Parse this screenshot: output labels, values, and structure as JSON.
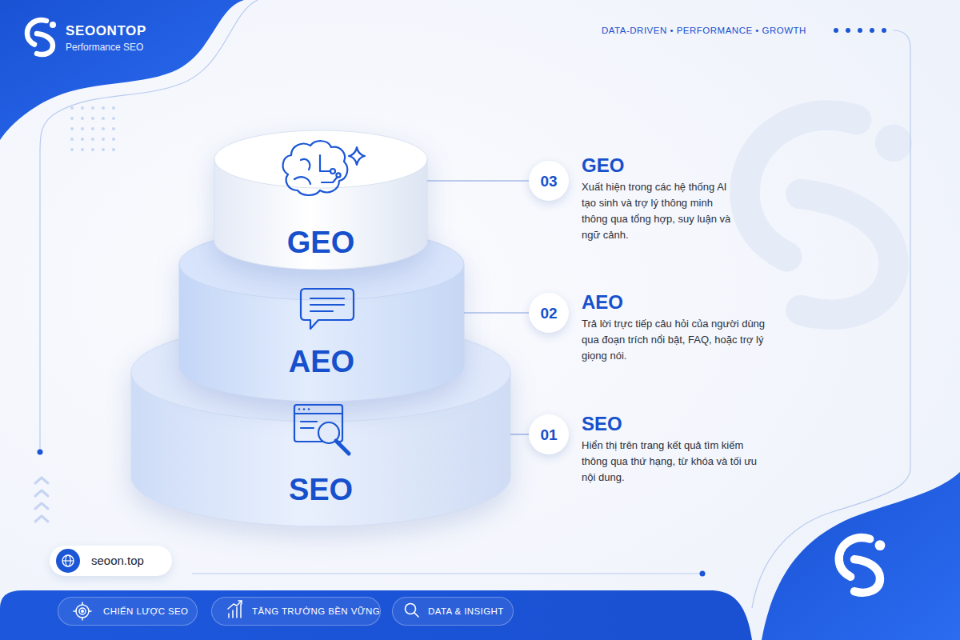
{
  "diagram": {
    "nodes": [
      {
        "text": [
          "GEO"
        ]
      },
      {
        "text": [
          "03"
        ]
      },
      {
        "text": [
          "AEO"
        ]
      },
      {
        "text": [
          "02"
        ]
      },
      {
        "text": [
          "SEO"
        ]
      },
      {
        "text": [
          "01"
        ]
      },
      {
        "text": [
          "seoon.top"
        ]
      },
      {
        "text": [
          "CHIẾN LƯỢC SEO"
        ]
      },
      {
        "text": [
          "TĂNG TRƯỞNG BỀN VỮNG"
        ]
      },
      {
        "text": [
          "DATA & INSIGHT"
        ]
      }
    ],
    "edges": [
      {
        "from": 0,
        "to": 1,
        "arrow": "none"
      },
      {
        "from": 2,
        "to": 3,
        "arrow": "none"
      },
      {
        "from": 4,
        "to": 5,
        "arrow": "none"
      }
    ],
    "labels": [
      "SEOONTOP",
      "Performance SEO",
      "DATA-DRIVEN • PERFORMANCE • GROWTH",
      "GEO",
      "Xuất hiện trong các hệ thống AI tạo sinh và trợ lý thông minh thông qua tổng hợp, suy luận và ngữ cảnh.",
      "AEO",
      "Trả lời trực tiếp câu hỏi của người dùng qua đoạn trích nổi bật, FAQ, hoặc trợ lý giọng nói.",
      "SEO",
      "Hiển thị trên trang kết quả tìm kiếm thông qua thứ hạng, từ khóa và tối ưu nội dung."
    ]
  }
}
